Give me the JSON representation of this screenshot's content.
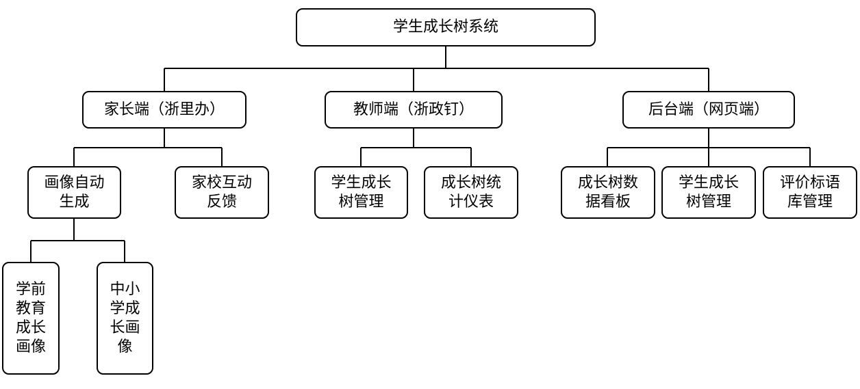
{
  "diagram": {
    "root": "学生成长树系统",
    "parent_app": {
      "label": "家长端（浙里办）",
      "portrait": "画像自动\n生成",
      "preschool": "学前\n教育\n成长\n画像",
      "k12": "中小\n学成\n长画\n像",
      "interaction": "家校互动\n反馈"
    },
    "teacher_app": {
      "label": "教师端（浙政钉）",
      "tree_mgmt": "学生成长\n树管理",
      "stats": "成长树统\n计仪表"
    },
    "backend": {
      "label": "后台端（网页端）",
      "dashboard": "成长树数\n据看板",
      "tree_mgmt": "学生成长\n树管理",
      "eval_library": "评价标语\n库管理"
    }
  }
}
